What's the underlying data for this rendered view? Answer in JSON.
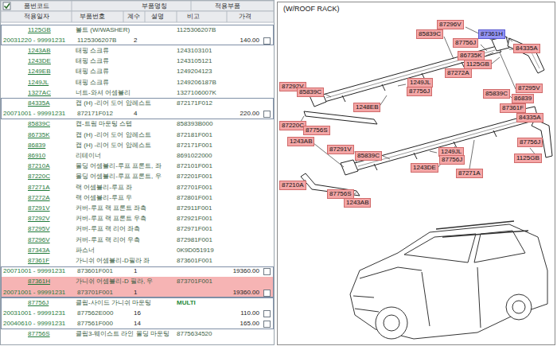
{
  "diagram": {
    "nodes": [
      {
        "text": [
          "87296V"
        ]
      },
      {
        "text": [
          "85839C"
        ]
      },
      {
        "text": [
          "87361H"
        ]
      },
      {
        "text": [
          "87756J"
        ]
      },
      {
        "text": [
          "84335A"
        ]
      },
      {
        "text": [
          "86735K"
        ]
      },
      {
        "text": [
          "1125GB"
        ]
      },
      {
        "text": [
          "87272A"
        ]
      },
      {
        "text": [
          "87292V"
        ]
      },
      {
        "text": [
          "85839C"
        ]
      },
      {
        "text": [
          "1249JL"
        ]
      },
      {
        "text": [
          "87756J"
        ]
      },
      {
        "text": [
          "1248EB"
        ]
      },
      {
        "text": [
          "87295V"
        ]
      },
      {
        "text": [
          "85839C"
        ]
      },
      {
        "text": [
          "86839"
        ]
      },
      {
        "text": [
          "87361F"
        ]
      },
      {
        "text": [
          "84335A"
        ]
      },
      {
        "text": [
          "87220C"
        ]
      },
      {
        "text": [
          "87756S"
        ]
      },
      {
        "text": [
          "1243AB"
        ]
      },
      {
        "text": [
          "87291V"
        ]
      },
      {
        "text": [
          "85839C"
        ]
      },
      {
        "text": [
          "1249JL"
        ]
      },
      {
        "text": [
          "87756J"
        ]
      },
      {
        "text": [
          "1243DE"
        ]
      },
      {
        "text": [
          "87756J"
        ]
      },
      {
        "text": [
          "1125GB"
        ]
      },
      {
        "text": [
          "87271A"
        ]
      },
      {
        "text": [
          "87210A"
        ]
      },
      {
        "text": [
          "87756S"
        ]
      },
      {
        "text": [
          "1243AB"
        ]
      }
    ],
    "labels": [
      "품번코드",
      "부품명칭",
      "적용부품",
      "적용일자",
      "부품번호",
      "계수",
      "설명",
      "비고",
      "가격",
      "1125GB",
      "볼트 (W/WASHER)",
      "1125306207B",
      "20031220 - 99991231",
      "1125306207B",
      "2",
      "140.00",
      "1243AB",
      "태핑 스크류",
      "1243103101",
      "1243DE",
      "태핑 스크류",
      "1243105121",
      "1249EB",
      "태핑 스크류",
      "1249204123",
      "1249JL",
      "태핑 스크류",
      "1249206187B",
      "1327AC",
      "너트-와셔 어셈블리",
      "1327106007K",
      "84335A",
      "캡 (H) -리어 도어 암레스트",
      "872171F012",
      "20071001 - 99991231",
      "872171F012",
      "4",
      "220.00",
      "85839C",
      "캡-트림 마운팅 스텝",
      "858393B000",
      "86735K",
      "캡 (H) -리어 도어 암레스트",
      "872181F001",
      "86839",
      "캡 (H) -리어 도어 암레스트",
      "872171F001",
      "86910",
      "리테이너",
      "8691022000",
      "87210A",
      "몰딩 어셈블리-루프 프론트, 좌",
      "872101F001",
      "87220C",
      "몰딩 어셈블리-루프 프론트, 우",
      "872201F001",
      "87271A",
      "랙 어셈블리-루프 좌",
      "872701F001",
      "87272A",
      "랙 어셈블리-루프 우",
      "872801F001",
      "87291V",
      "커버-루프 랙 프론트 좌측",
      "872911F001",
      "87292V",
      "커버-루프 랙 프론트 우측",
      "872921F001",
      "87295V",
      "커버-루프 랙 리어 좌측",
      "872971F001",
      "87296V",
      "커버-루프 랙 리어 우측",
      "872981F001",
      "87343A",
      "파스너",
      "0K9D051919",
      "87361F",
      "가니쉬 어셈블리-D필라 좌",
      "873601F001",
      "20071001 - 99991231",
      "873601F001",
      "1",
      "19360.00",
      "87361H",
      "가니쉬 어셈블리-D 필라, 우",
      "873701F001",
      "20071001 - 99991231",
      "873701F001",
      "1",
      "19360.00",
      "87756J",
      "클립-사이드 가니쉬 마운팅",
      "MULTI",
      "20031001 - 99991231",
      "877562E000",
      "16",
      "110.00",
      "20040610 - 99991231",
      "877561F000",
      "14",
      "165.00",
      "87756S",
      "클립3-웨이스트 라인 몰딩 마운팅",
      "8775634520",
      "(W/ROOF RACK)"
    ]
  }
}
